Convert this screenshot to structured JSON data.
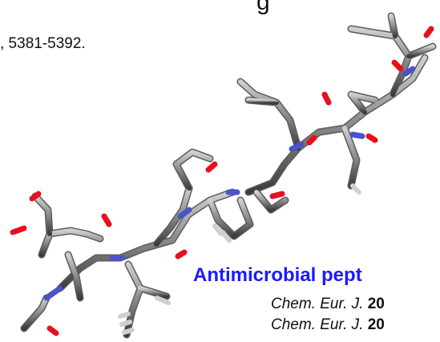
{
  "slide": {
    "title_fragment": "g",
    "reference_top": ", 5381-5392.",
    "heading": "Antimicrobial pept",
    "citations": [
      {
        "journal": "Chem. Eur. J.",
        "year_fragment": "20"
      },
      {
        "journal": "Chem. Eur. J.",
        "year_fragment": "20"
      }
    ]
  },
  "colors": {
    "heading": "#1a1aff",
    "carbon": "#8e8e8e",
    "oxygen": "#e8101e",
    "nitrogen": "#4a53c8",
    "hydrogen": "#d8d8d8",
    "text": "#111111"
  },
  "molecule": {
    "name": "peptide-ball-and-stick-model"
  }
}
